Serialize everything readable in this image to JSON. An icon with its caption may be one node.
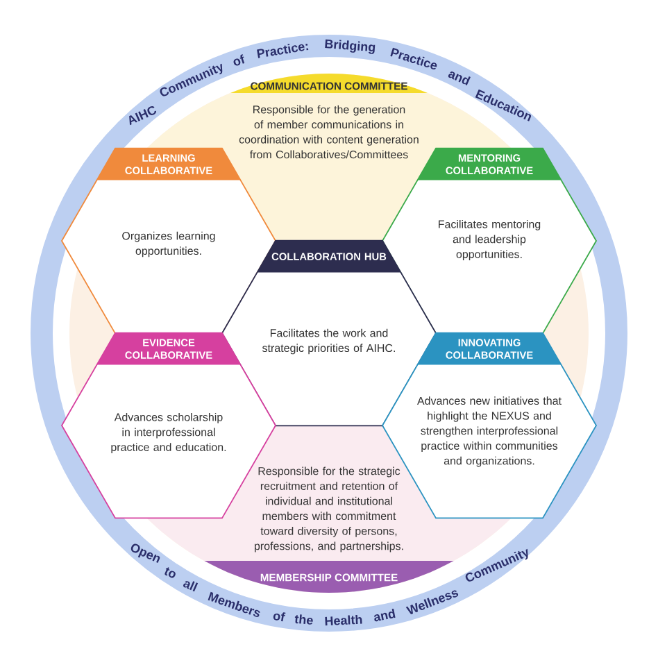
{
  "diagram": {
    "nodes": [
      {
        "text": [
          "COMMUNICATION COMMITTEE",
          "Responsible for the generation of member communications in coordination with content generation from Collaboratives/Committees"
        ]
      },
      {
        "text": [
          "LEARNING COLLABORATIVE",
          "Organizes learning opportunities."
        ]
      },
      {
        "text": [
          "MENTORING COLLABORATIVE",
          "Facilitates mentoring and leadership opportunities."
        ]
      },
      {
        "text": [
          "COLLABORATION HUB",
          "Facilitates the work and strategic priorities of AIHC."
        ]
      },
      {
        "text": [
          "EVIDENCE COLLABORATIVE",
          "Advances scholarship in interprofessional practice and education."
        ]
      },
      {
        "text": [
          "INNOVATING COLLABORATIVE",
          "Advances new initiatives that highlight the NEXUS and strengthen interprofessional practice within communities and organizations."
        ]
      },
      {
        "text": [
          "Responsible for the strategic recruitment and retention of individual and institutional members with commitment toward diversity of persons, professions, and partnerships.",
          "MEMBERSHIP COMMITTEE"
        ]
      }
    ],
    "labels": [
      "AIHC Community of Practice: Bridging Practice and Education",
      "Open to all Members of the Health and Wellness Community"
    ]
  }
}
